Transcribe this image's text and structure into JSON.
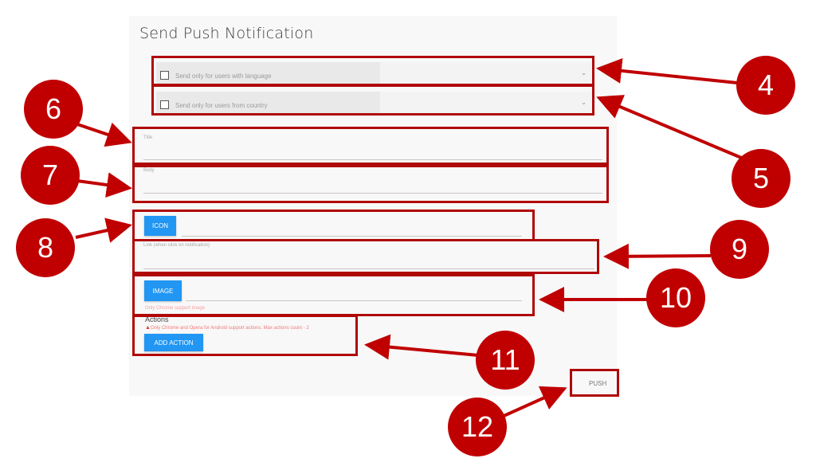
{
  "form": {
    "title": "Send Push Notification",
    "language_filter": {
      "label": "Send only for users with language",
      "checked": false,
      "selected": ""
    },
    "country_filter": {
      "label": "Send only for users from country",
      "checked": false,
      "selected": ""
    },
    "title_field": {
      "label": "Title",
      "value": ""
    },
    "body_field": {
      "label": "Body",
      "value": ""
    },
    "icon_button": "ICON",
    "link_field": {
      "label": "Link (when click on notification)",
      "value": ""
    },
    "image_button": "IMAGE",
    "image_hint": "Only Chrome support image",
    "actions_label": "Actions",
    "actions_warning": "Only Chrome and Opera for Android support actions. Max actions count - 2",
    "add_action_button": "ADD ACTION",
    "push_button": "PUSH"
  },
  "annotations": {
    "color": "#c00000",
    "badges": [
      "4",
      "5",
      "6",
      "7",
      "8",
      "9",
      "10",
      "11",
      "12"
    ]
  },
  "icons": {
    "chevron": "chevron-down-icon",
    "warning": "warning-icon",
    "checkbox": "checkbox-icon"
  }
}
